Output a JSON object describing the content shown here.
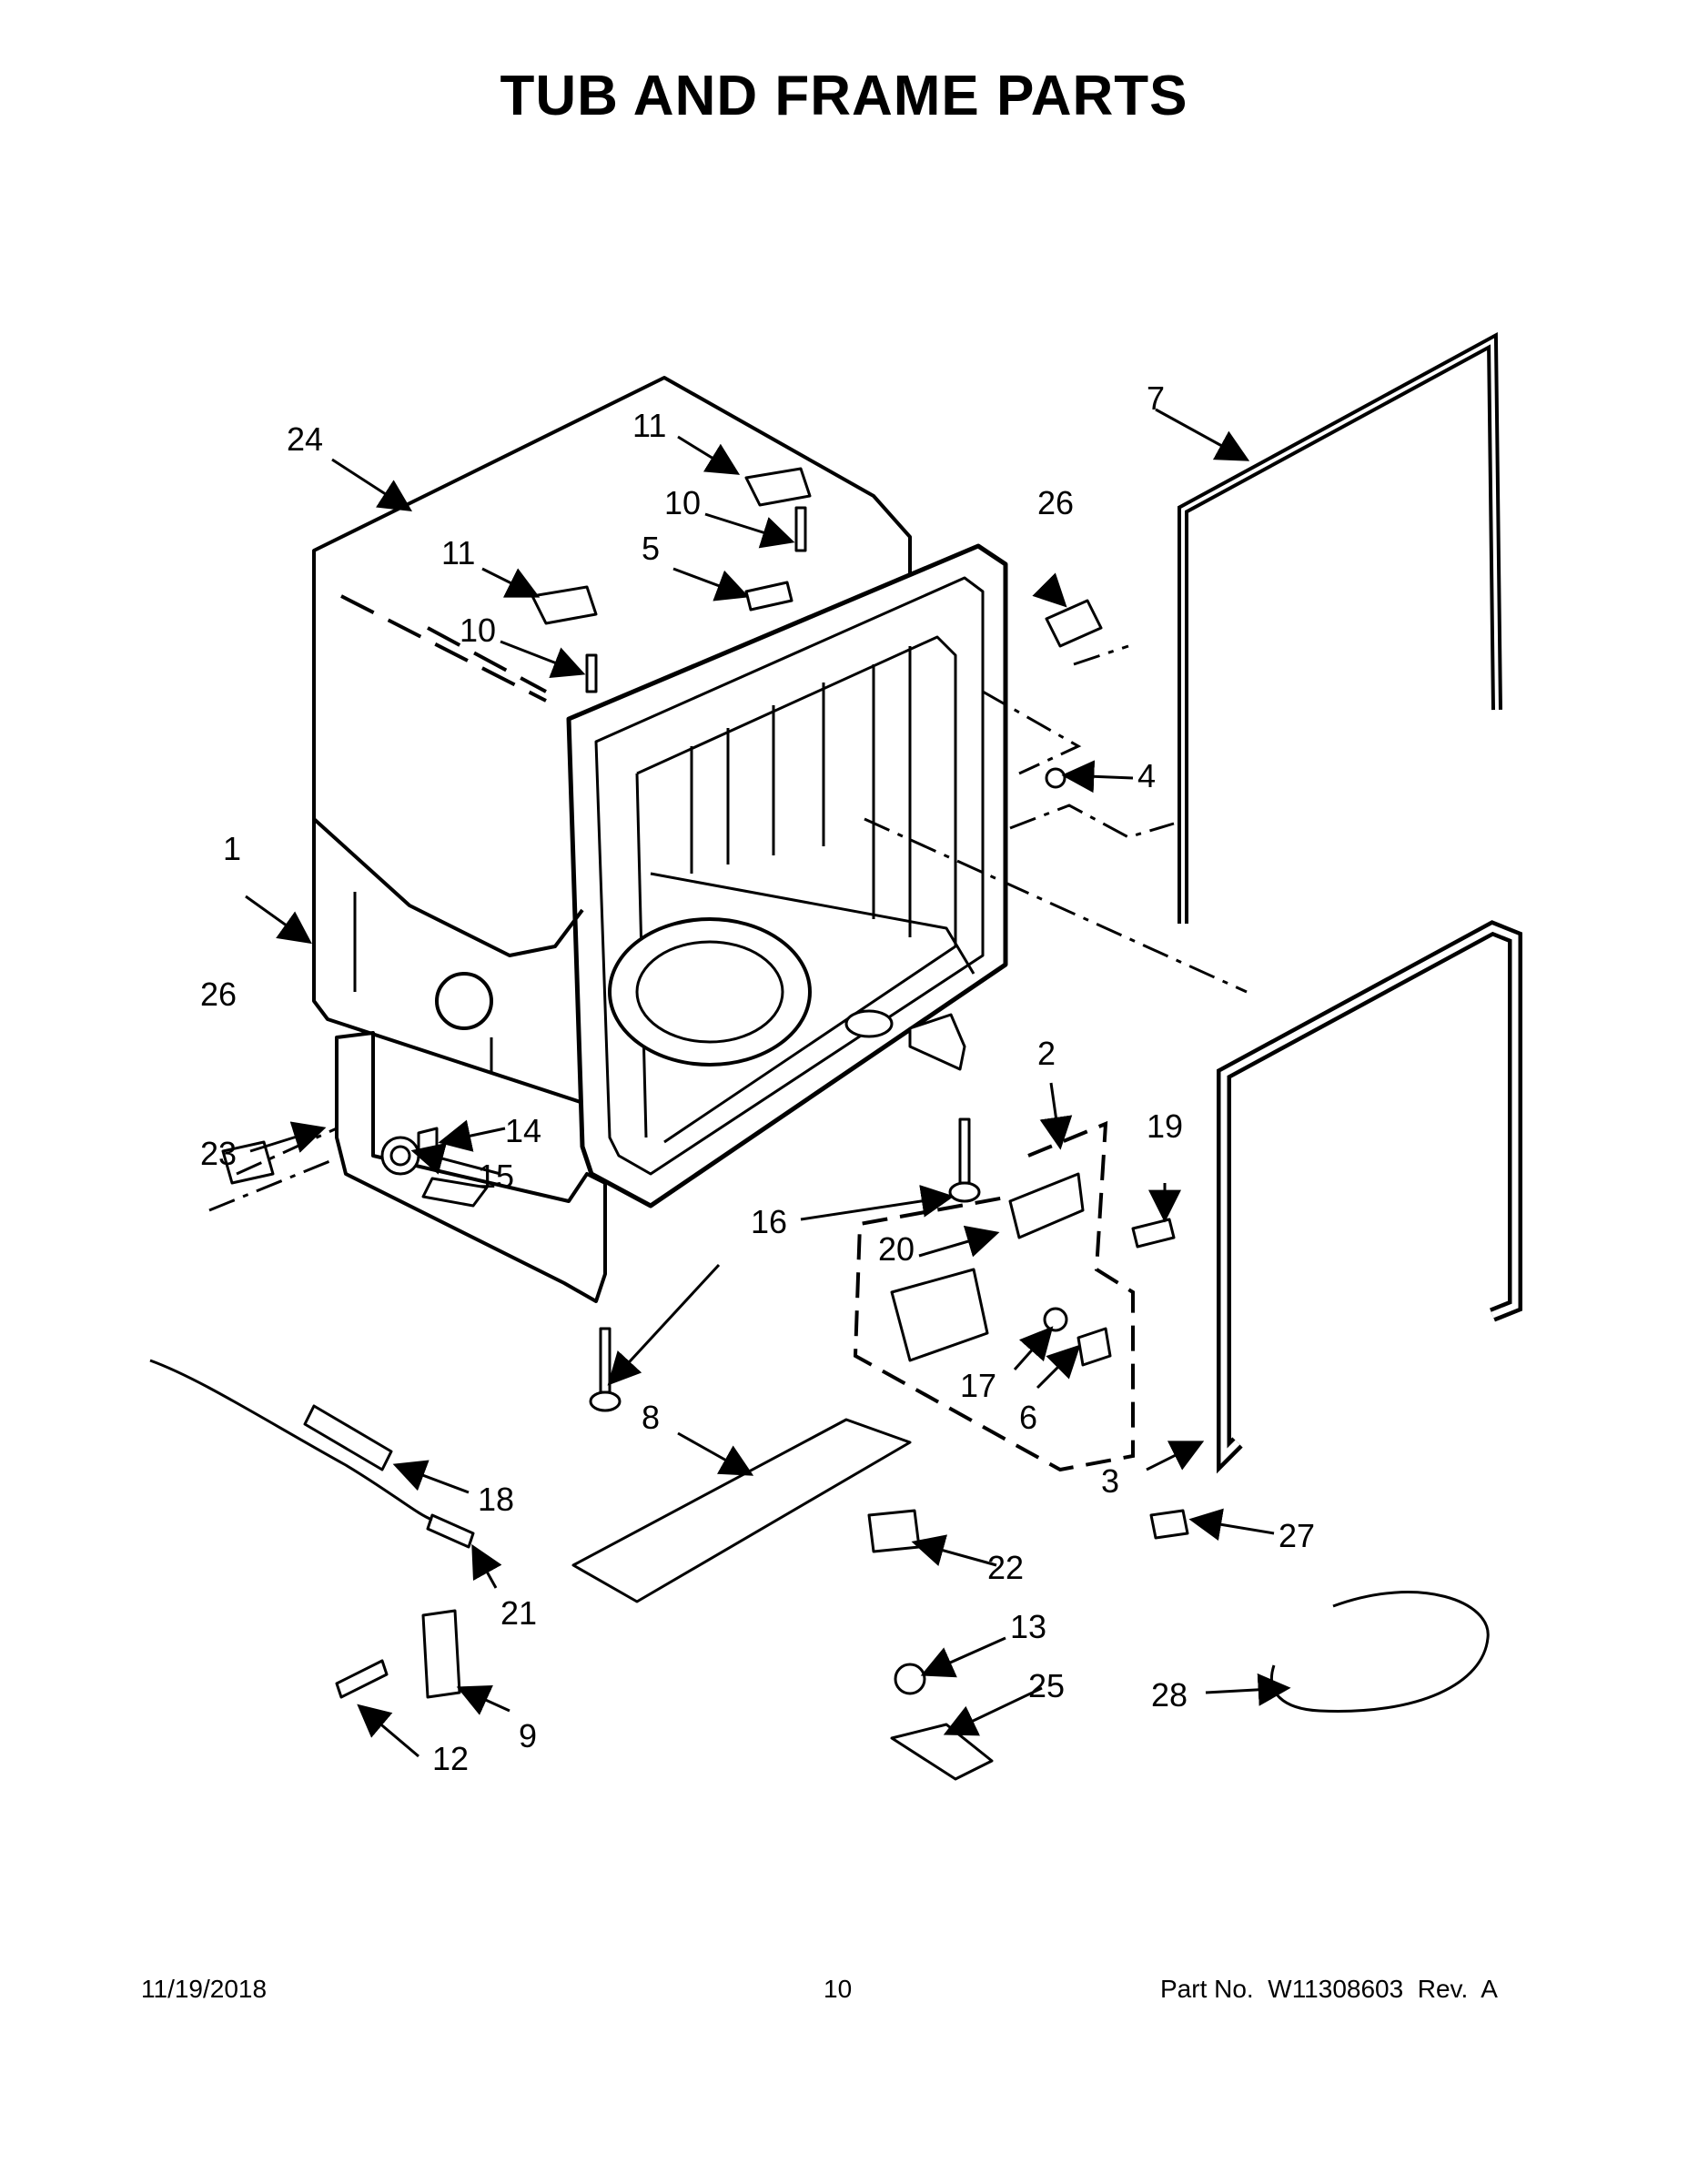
{
  "title": "TUB AND FRAME PARTS",
  "footer": {
    "date": "11/19/2018",
    "page_number": "10",
    "part_number": "Part No.  W11308603  Rev.  A"
  },
  "callouts": [
    {
      "id": "1",
      "label": "1"
    },
    {
      "id": "2",
      "label": "2"
    },
    {
      "id": "3",
      "label": "3"
    },
    {
      "id": "4",
      "label": "4"
    },
    {
      "id": "5",
      "label": "5"
    },
    {
      "id": "6",
      "label": "6"
    },
    {
      "id": "7",
      "label": "7"
    },
    {
      "id": "8",
      "label": "8"
    },
    {
      "id": "9",
      "label": "9"
    },
    {
      "id": "10a",
      "label": "10"
    },
    {
      "id": "10b",
      "label": "10"
    },
    {
      "id": "11a",
      "label": "11"
    },
    {
      "id": "11b",
      "label": "11"
    },
    {
      "id": "12",
      "label": "12"
    },
    {
      "id": "13",
      "label": "13"
    },
    {
      "id": "14",
      "label": "14"
    },
    {
      "id": "15",
      "label": "15"
    },
    {
      "id": "16",
      "label": "16"
    },
    {
      "id": "17",
      "label": "17"
    },
    {
      "id": "18",
      "label": "18"
    },
    {
      "id": "19",
      "label": "19"
    },
    {
      "id": "20",
      "label": "20"
    },
    {
      "id": "21",
      "label": "21"
    },
    {
      "id": "22",
      "label": "22"
    },
    {
      "id": "23",
      "label": "23"
    },
    {
      "id": "24",
      "label": "24"
    },
    {
      "id": "25",
      "label": "25"
    },
    {
      "id": "26a",
      "label": "26"
    },
    {
      "id": "26b",
      "label": "26"
    },
    {
      "id": "27",
      "label": "27"
    },
    {
      "id": "28",
      "label": "28"
    }
  ]
}
